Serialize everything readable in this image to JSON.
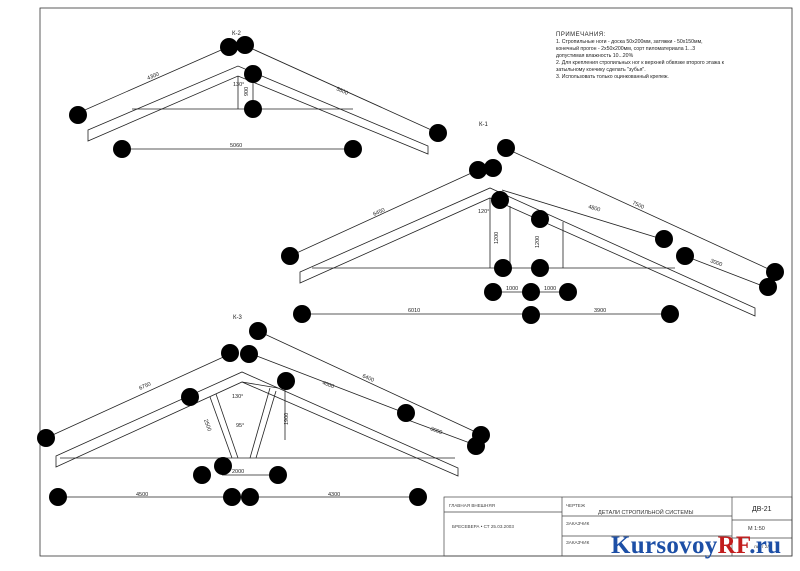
{
  "drawing": {
    "truss_k2": {
      "label": "К-2",
      "dim_left_rafter": "4300",
      "dim_right_rafter": "5600",
      "dim_height": "900",
      "dim_angle": "130°",
      "dim_span": "5060"
    },
    "truss_k1": {
      "label": "К-1",
      "dim_left_rafter": "6450",
      "dim_right_upper": "4800",
      "dim_right_long": "7500",
      "dim_right_tail": "3000",
      "dim_height_left": "1200",
      "dim_height_right": "1200",
      "dim_angle": "120°",
      "dim_center_left": "1000",
      "dim_center_right": "1000",
      "dim_span_left": "6010",
      "dim_span_right": "3900"
    },
    "truss_k3": {
      "label": "К-3",
      "dim_left_rafter": "6750",
      "dim_right_upper": "4000",
      "dim_right_long": "6400",
      "dim_right_tail": "3000",
      "dim_strut": "2500",
      "dim_height": "1900",
      "dim_angle_top": "130°",
      "dim_angle_mid": "95°",
      "dim_center": "2000",
      "dim_span_left": "4500",
      "dim_span_right": "4300"
    }
  },
  "notes": {
    "title": "ПРИМЕЧАНИЯ:",
    "lines": [
      "1. Стропильные ноги - доска 50х200мм, затяжки - 50х150мм,",
      "    конечный прогон - 2х50х200мм, сорт пиломатериала 1...3",
      "    допустимая влажность 10...20%",
      "2. Для крепления стропильных ног к верхней обвязке второго этажа к",
      "    затыльному кончику сделать \"зубья\".",
      "3. Использовать только оцинкованный крепеж."
    ]
  },
  "title_block": {
    "col1_label": "ГЛАВНАЯ ВНЕШНЯЯ",
    "date_line": "БРЕСЕВЕРА • СТ 25.03.2003",
    "field_1": "ЧЕРТЕЖ",
    "field_2": "ЗАКАЗЧИК",
    "field_3": "ЗАКАЗЧИК",
    "sheet_title": "ДЕТАЛИ СТРОПИЛЬНОЙ СИСТЕМЫ",
    "code": "ДВ-21",
    "scale": "М 1:50",
    "sheet": "лист 2/3"
  },
  "watermark": {
    "brand_main": "KursovoyRF",
    "brand_accent": "RF",
    "brand_tld": ".ru"
  }
}
